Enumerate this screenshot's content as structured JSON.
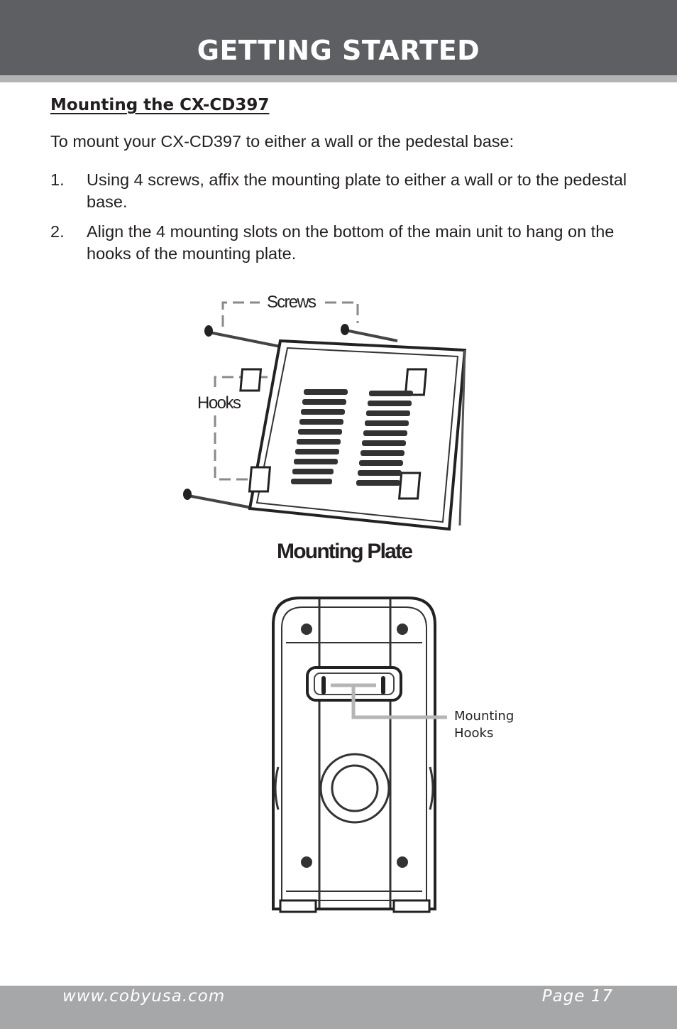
{
  "header": {
    "title": "GETTING STARTED"
  },
  "section": {
    "title": "Mounting the CX-CD397",
    "intro": "To mount your CX-CD397 to either a wall or the pedestal base:",
    "steps": [
      {
        "num": "1.",
        "text": "Using 4 screws, affix the mounting plate to either a wall or to the pedestal base."
      },
      {
        "num": "2.",
        "text": "Align the 4 mounting slots on the bottom of the main unit to hang on the hooks of the mounting plate."
      }
    ]
  },
  "figure1": {
    "label_screws": "Screws",
    "label_hooks": "Hooks",
    "caption": "Mounting Plate"
  },
  "figure2": {
    "label_line1": "Mounting",
    "label_line2": "Hooks"
  },
  "footer": {
    "website": "www.cobyusa.com",
    "page": "Page 17"
  }
}
